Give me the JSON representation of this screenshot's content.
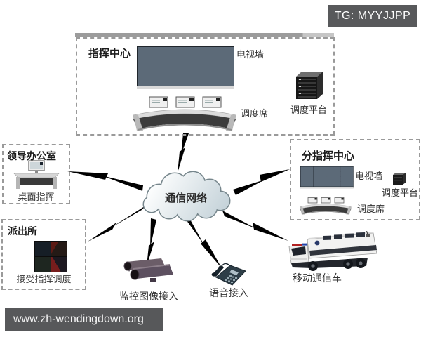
{
  "badge": {
    "text": "TG: MYYJJPP"
  },
  "watermark": {
    "text": "www.zh-wendingdown.org"
  },
  "cloud": {
    "label": "通信网络"
  },
  "command_center": {
    "title": "指挥中心",
    "tv_wall_label": "电视墙",
    "dispatch_seat_label": "调度席",
    "dispatch_platform_label": "调度平台"
  },
  "leader_office": {
    "title": "领导办公室",
    "caption": "桌面指挥"
  },
  "police_station": {
    "title": "派出所",
    "caption": "接受指挥调度"
  },
  "sub_command_center": {
    "title": "分指挥中心",
    "tv_wall_label": "电视墙",
    "dispatch_platform_label": "调度平台",
    "dispatch_seat_label": "调度席"
  },
  "access_nodes": {
    "camera_label": "监控图像接入",
    "phone_label": "语音接入",
    "truck_label": "移动通信车"
  },
  "colors": {
    "badge_bg": "#58595b",
    "watermark_bg": "#57585a",
    "bolt": "#000000",
    "box_border": "#9a9a9a",
    "cloud_fill_light": "#fdfefe",
    "cloud_fill_dark": "#c3d1d8",
    "cloud_stroke": "#76868c"
  }
}
